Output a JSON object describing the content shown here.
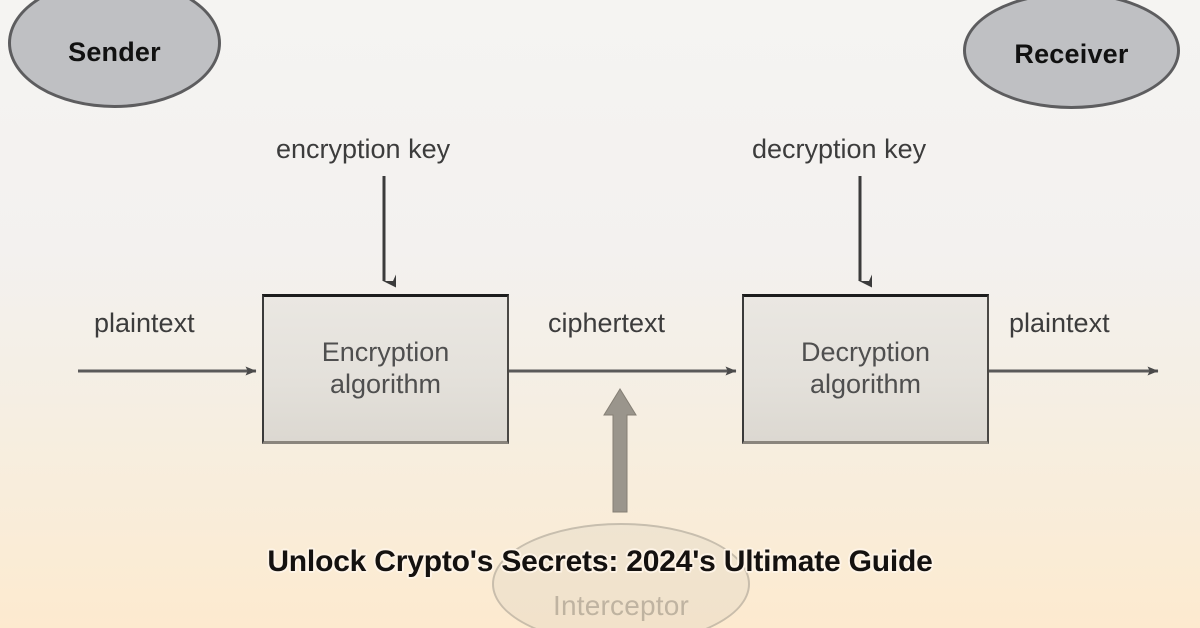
{
  "diagram": {
    "title_overlay": "Unlock Crypto's Secrets: 2024's Ultimate Guide",
    "nodes": {
      "sender": "Sender",
      "receiver": "Receiver",
      "interceptor": "Interceptor"
    },
    "boxes": {
      "encryption": {
        "line1": "Encryption",
        "line2": "algorithm"
      },
      "decryption": {
        "line1": "Decryption",
        "line2": "algorithm"
      }
    },
    "labels": {
      "encryption_key": "encryption key",
      "decryption_key": "decryption key",
      "plaintext_left": "plaintext",
      "ciphertext": "ciphertext",
      "plaintext_right": "plaintext"
    },
    "colors": {
      "node_fill": "#bfc0c3",
      "node_stroke": "#5d5d5f",
      "box_fill": "#e6e3de",
      "box_stroke": "#1c1c1c",
      "line": "#555555",
      "intercept_arrow": "#9a958c",
      "background_top": "#f5f4f2",
      "background_bottom": "#fdeacf",
      "overlay_text": "#14110f",
      "overlay_outline": "#fdf3e6"
    }
  }
}
